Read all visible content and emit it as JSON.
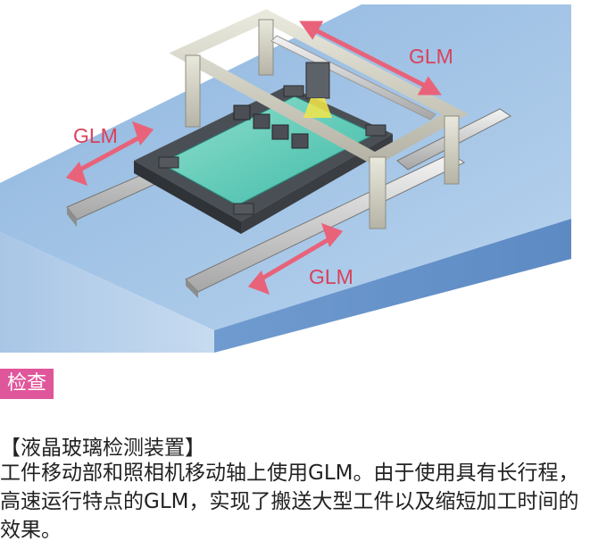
{
  "figure": {
    "labels": {
      "glm_top": "GLM",
      "glm_left": "GLM",
      "glm_bottom": "GLM"
    }
  },
  "section_tag": "检查",
  "description": {
    "title": "【液晶玻璃检测装置】",
    "body": "工件移动部和照相机移动轴上使用GLM。由于使用具有长行程，高速运行特点的GLM，实现了搬送大型工件以及缩短加工时间的效果。"
  }
}
